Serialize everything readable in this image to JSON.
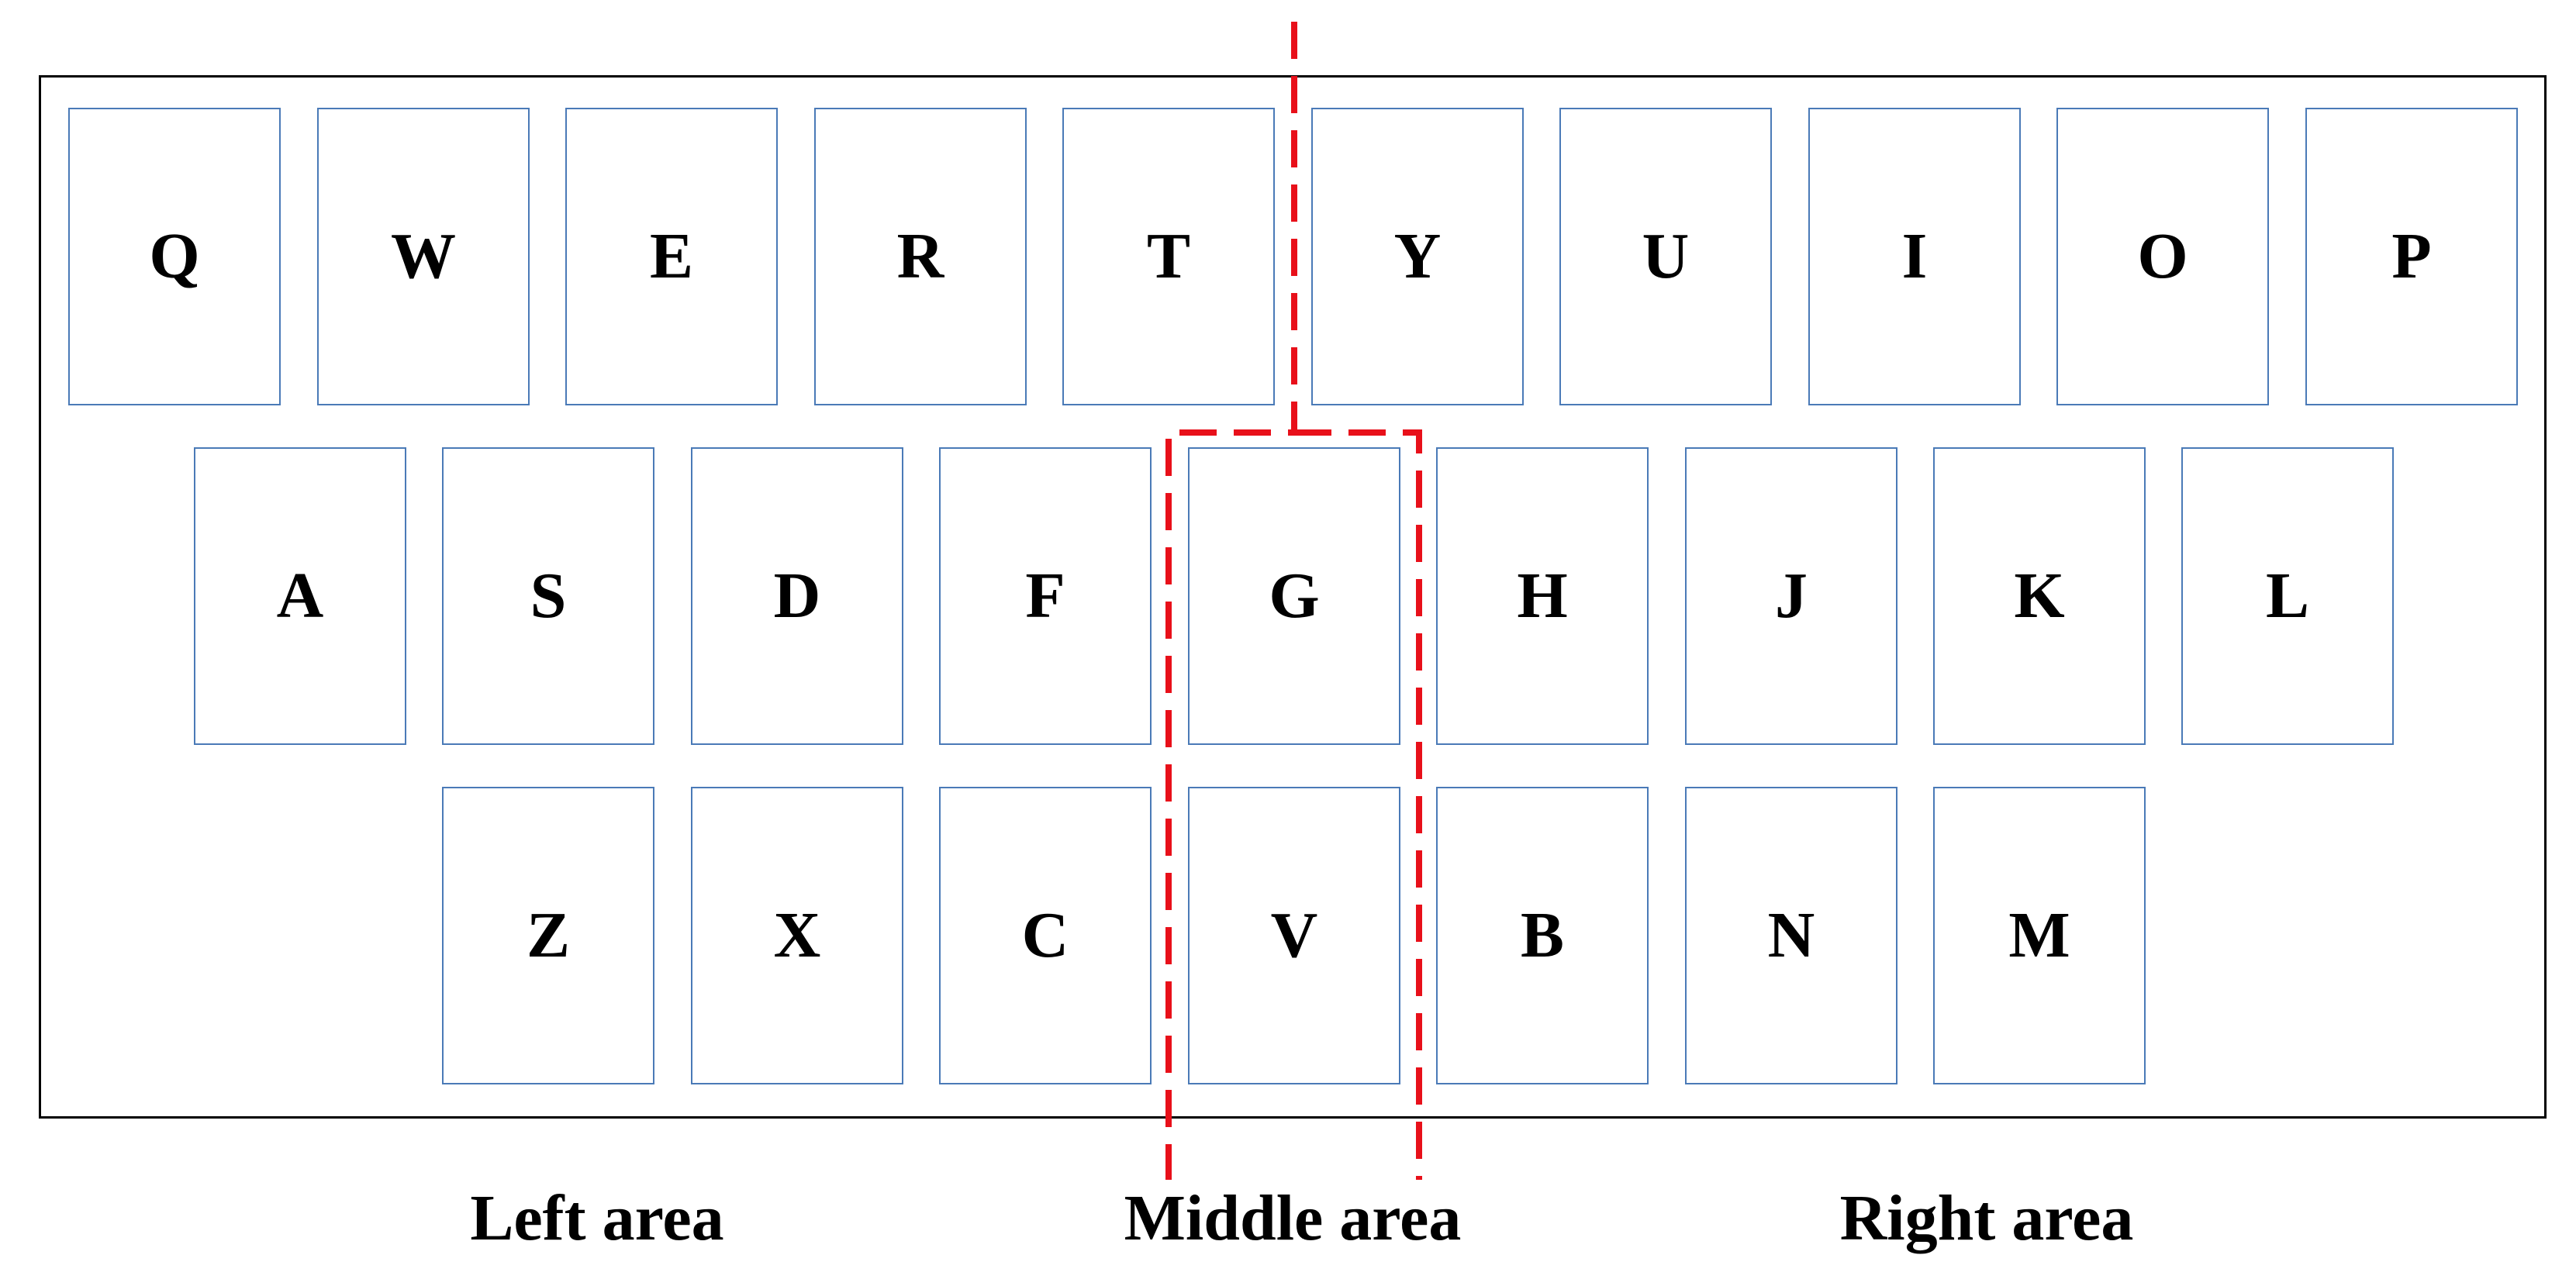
{
  "keyboard": {
    "rows": [
      {
        "keys": [
          "Q",
          "W",
          "E",
          "R",
          "T",
          "Y",
          "U",
          "I",
          "O",
          "P"
        ]
      },
      {
        "keys": [
          "A",
          "S",
          "D",
          "F",
          "G",
          "H",
          "J",
          "K",
          "L"
        ]
      },
      {
        "keys": [
          "Z",
          "X",
          "C",
          "V",
          "B",
          "N",
          "M"
        ]
      }
    ]
  },
  "areas": {
    "left": "Left area",
    "middle": "Middle area",
    "right": "Right area"
  },
  "colors": {
    "key_border": "#4a7ab7",
    "frame_border": "#000000",
    "boundary_line": "#e8101a"
  }
}
